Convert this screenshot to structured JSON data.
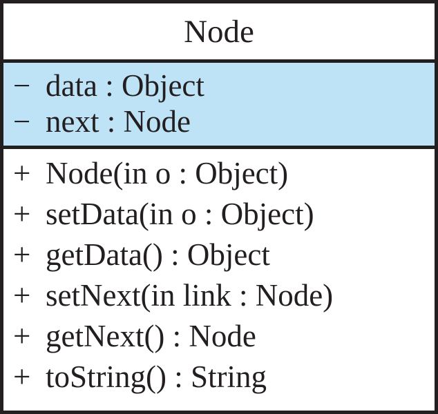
{
  "class_diagram": {
    "title": "Node",
    "attributes": [
      {
        "visibility": "−",
        "label": "data : Object"
      },
      {
        "visibility": "−",
        "label": "next : Node"
      }
    ],
    "methods": [
      {
        "visibility": "+",
        "label": "Node(in o : Object)"
      },
      {
        "visibility": "+",
        "label": "setData(in o : Object)"
      },
      {
        "visibility": "+",
        "label": "getData() : Object"
      },
      {
        "visibility": "+",
        "label": "setNext(in link : Node)"
      },
      {
        "visibility": "+",
        "label": "getNext() : Node"
      },
      {
        "visibility": "+",
        "label": "toString() : String"
      }
    ],
    "colors": {
      "attributes_background": "#bee3f7",
      "border": "#231f20",
      "text": "#231f20"
    }
  }
}
